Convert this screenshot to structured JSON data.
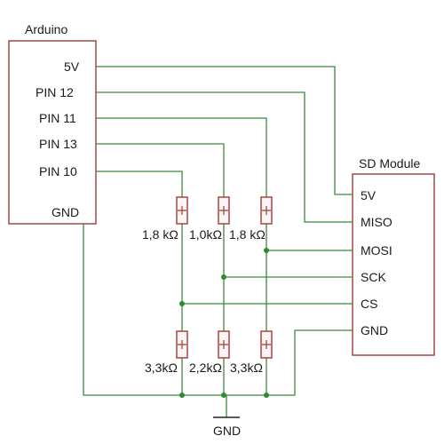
{
  "arduino": {
    "title": "Arduino",
    "pins": [
      "5V",
      "PIN 12",
      "PIN 11",
      "PIN 13",
      "PIN 10",
      "GND"
    ]
  },
  "sd_module": {
    "title": "SD Module",
    "pins": [
      "5V",
      "MISO",
      "MOSI",
      "SCK",
      "CS",
      "GND"
    ]
  },
  "resistors": {
    "top": [
      "1,8 kΩ",
      "1,0kΩ",
      "1,8 kΩ"
    ],
    "bottom": [
      "3,3kΩ",
      "2,2kΩ",
      "3,3kΩ"
    ]
  },
  "ground_label": "GND",
  "colors": {
    "wire": "#3a8a3a",
    "box": "#a33a36",
    "junction": "#2f8a2f"
  }
}
